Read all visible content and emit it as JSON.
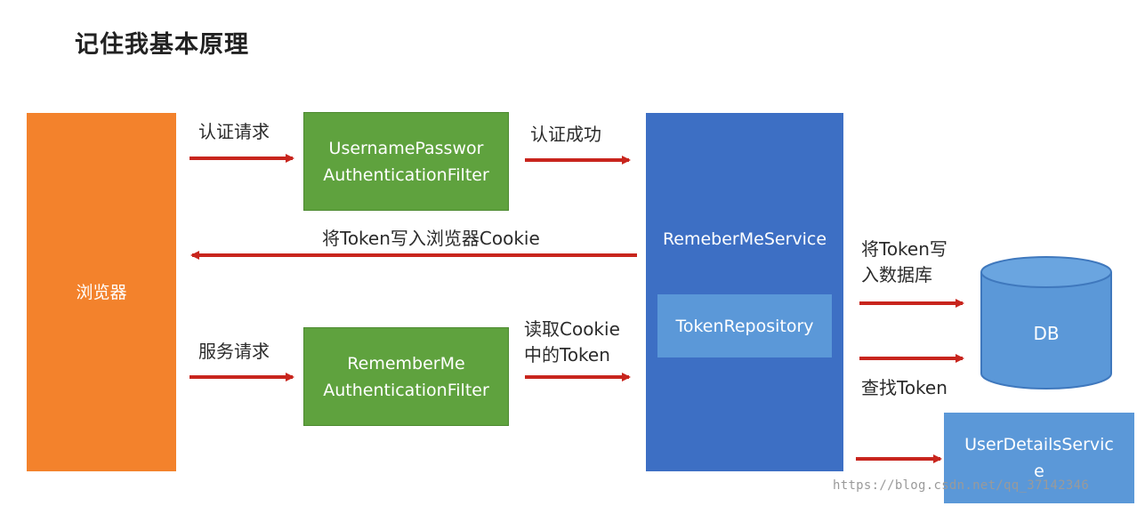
{
  "title": "记住我基本原理",
  "nodes": {
    "browser": "浏览器",
    "username_filter": "UsernamePasswor\nAuthenticationFilter",
    "rememberme_filter": "RememberMe\nAuthenticationFilter",
    "rememberme_service": "RemeberMeService",
    "token_repository": "TokenRepository",
    "db": "DB",
    "user_details_service": "UserDetailsServic\ne"
  },
  "edges": {
    "auth_request": "认证请求",
    "auth_success": "认证成功",
    "write_cookie": "将Token写入浏览器Cookie",
    "service_request": "服务请求",
    "read_cookie": "读取Cookie\n中的Token",
    "write_db": "将Token写\n入数据库",
    "find_token": "查找Token"
  },
  "watermark": "https://blog.csdn.net/qq_37142346",
  "colors": {
    "browser": "#f3822c",
    "filter": "#5fa23e",
    "service": "#3d6fc4",
    "inner": "#5b98d8",
    "arrow": "#c8251d"
  }
}
